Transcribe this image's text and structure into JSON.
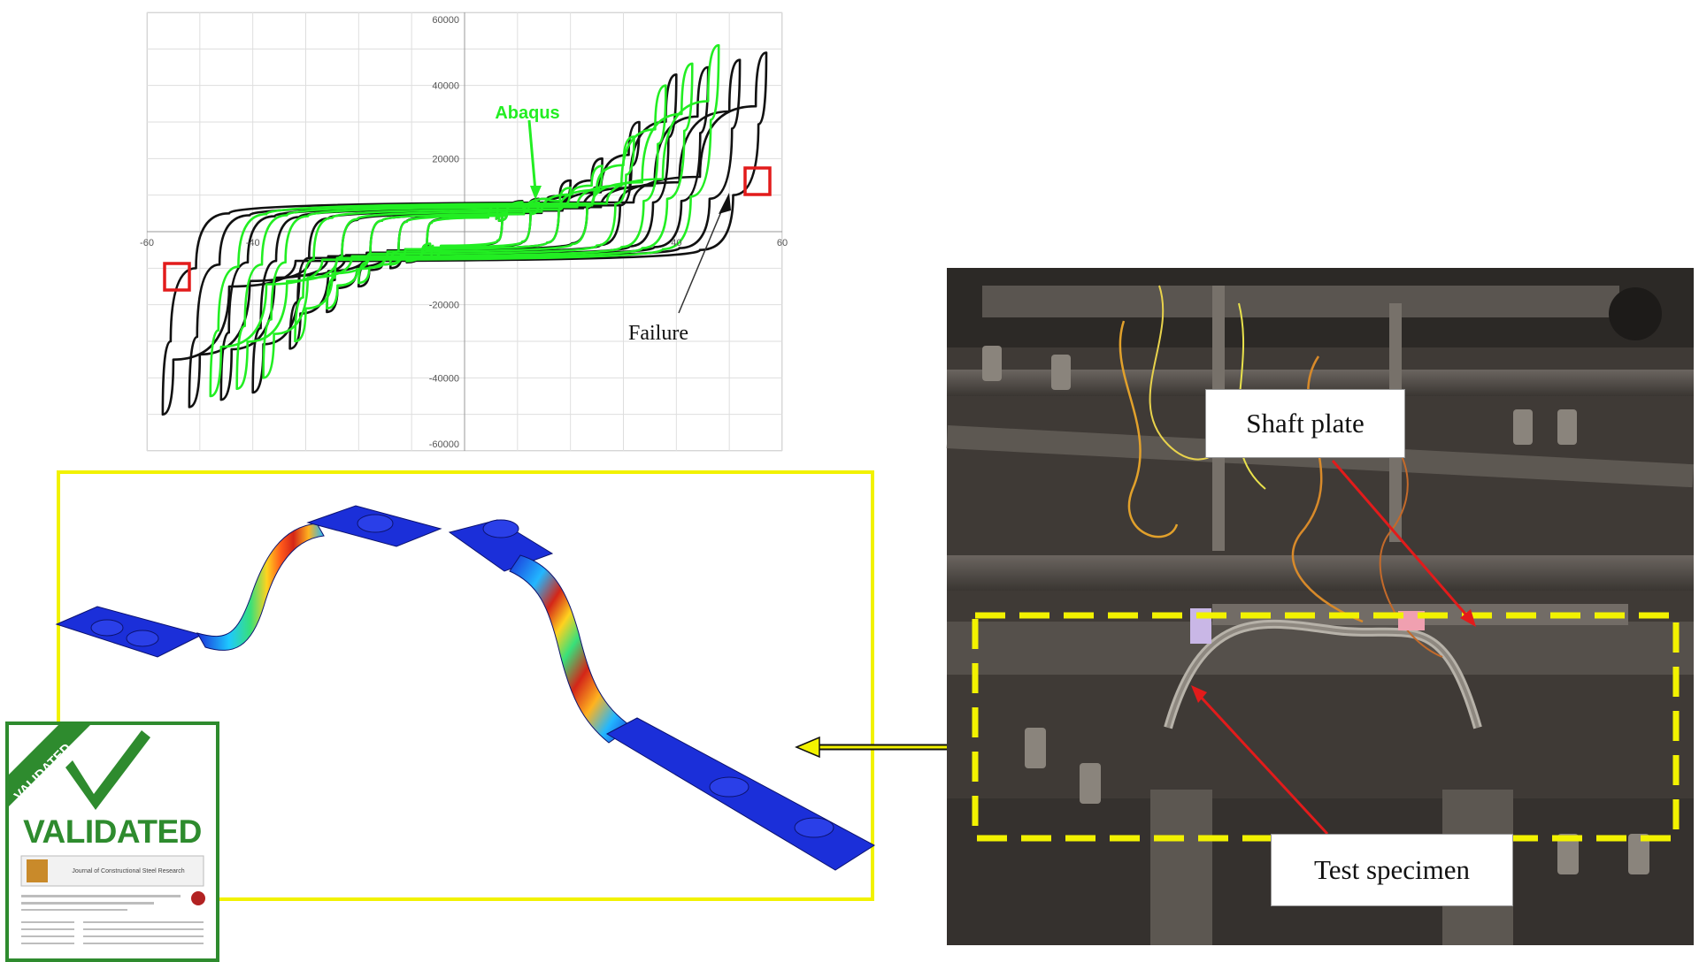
{
  "chart_data": {
    "type": "line",
    "title": "",
    "xlabel": "",
    "ylabel": "",
    "xlim": [
      -60,
      60
    ],
    "ylim": [
      -60000,
      60000
    ],
    "x_ticks": [
      "-60",
      "-40",
      "40",
      "60"
    ],
    "y_ticks": [
      "60000",
      "40000",
      "20000",
      "-20000",
      "-40000",
      "-60000"
    ],
    "grid": true,
    "series": [
      {
        "name": "Abaqus",
        "color": "#22ee22",
        "label_text": "Abaqus"
      },
      {
        "name": "",
        "color": "#111111"
      }
    ],
    "annotations": [
      {
        "text": "Failure"
      }
    ],
    "series_black_loops": [
      {
        "amp": 57,
        "fmax": 49000,
        "fmin": -50000,
        "plateau": 5000
      },
      {
        "amp": 52,
        "fmax": 47000,
        "fmin": -48000,
        "plateau": 4500
      },
      {
        "amp": 46,
        "fmax": 45000,
        "fmin": -46000,
        "plateau": 4200
      },
      {
        "amp": 40,
        "fmax": 43000,
        "fmin": -44000,
        "plateau": 4000
      },
      {
        "amp": 33,
        "fmax": 30000,
        "fmin": -32000,
        "plateau": 3600
      },
      {
        "amp": 26,
        "fmax": 20000,
        "fmin": -22000,
        "plateau": 3200
      },
      {
        "amp": 20,
        "fmax": 14000,
        "fmin": -15000,
        "plateau": 3000
      },
      {
        "amp": 14,
        "fmax": 9000,
        "fmin": -10000,
        "plateau": 2800
      },
      {
        "amp": 8,
        "fmax": 5000,
        "fmin": -6000,
        "plateau": 2500
      }
    ],
    "series_green_loops": [
      {
        "amp": 48,
        "fmax": 51000,
        "fmin": -45000,
        "plateau": 4800
      },
      {
        "amp": 43,
        "fmax": 46000,
        "fmin": -43000,
        "plateau": 4500
      },
      {
        "amp": 38,
        "fmax": 40000,
        "fmin": -40000,
        "plateau": 4200
      },
      {
        "amp": 32,
        "fmax": 26000,
        "fmin": -30000,
        "plateau": 3800
      },
      {
        "amp": 26,
        "fmax": 18000,
        "fmin": -21000,
        "plateau": 3400
      },
      {
        "amp": 20,
        "fmax": 12000,
        "fmin": -14000,
        "plateau": 3000
      },
      {
        "amp": 14,
        "fmax": 8000,
        "fmin": -9000,
        "plateau": 2700
      },
      {
        "amp": 8,
        "fmax": 5000,
        "fmin": -5500,
        "plateau": 2400
      }
    ]
  },
  "labels": {
    "abaqus": "Abaqus",
    "failure": "Failure",
    "shaft_plate": "Shaft plate",
    "test_specimen": "Test specimen"
  },
  "badge": {
    "validated_ribbon": "VALIDATED",
    "validated_main": "VALIDATED",
    "journal": "Journal of Constructional Steel Research"
  },
  "colors": {
    "highlight_yellow": "#f2f200",
    "arrow_red": "#e21b1b",
    "badge_green": "#2e8b2e"
  }
}
